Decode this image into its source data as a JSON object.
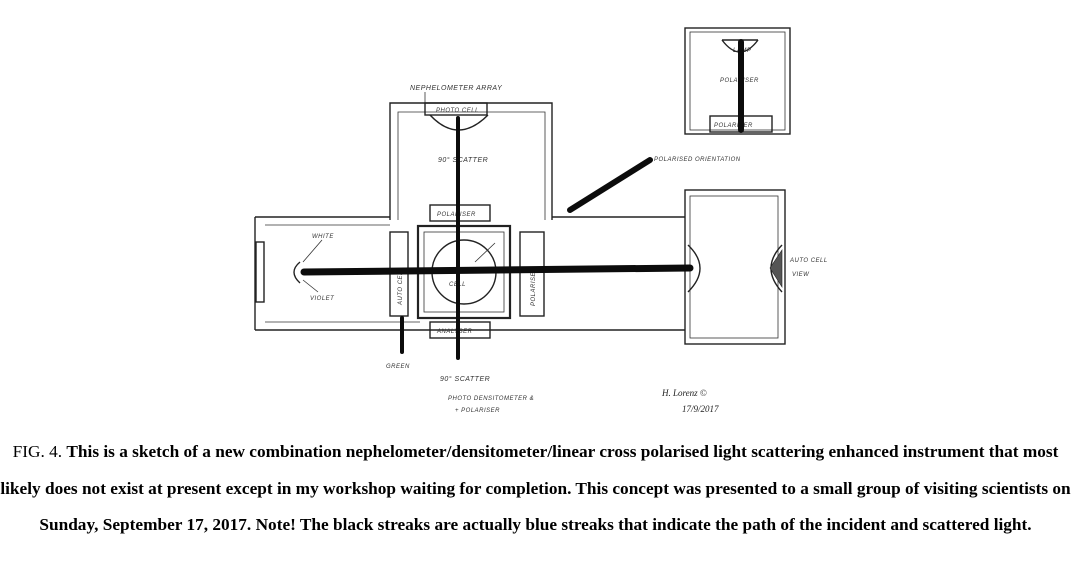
{
  "sketch": {
    "labels": {
      "nephelometer_array": "NEPHELOMETER ARRAY",
      "photo_cell_top": "PHOTO CELL",
      "scatter_90_top": "90° SCATTER",
      "polariser_top": "POLARISER",
      "white": "WHITE",
      "violet": "VIOLET",
      "analyser_cell": "CELL",
      "polariser_right": "POLARISER",
      "analyser_bottom": "ANALYSER",
      "green": "GREEN",
      "scatter_90_bottom": "90° SCATTER",
      "bottom_note_1": "PHOTO DENSITOMETER &",
      "bottom_note_2": "+ POLARISER",
      "auto_cell": "AUTO CELL",
      "auto_view": "VIEW",
      "inset_top": "LAMP",
      "inset_mid": "POLARISER",
      "inset_bottom": "POLARISER",
      "linear_pol_label": "POLARISED ORIENTATION",
      "signature": "H. Lorenz ©",
      "date": "17/9/2017"
    }
  },
  "caption": {
    "label": "FIG. 4.",
    "text": "This is a sketch of a new combination nephelometer/densitometer/linear cross polarised light scattering enhanced instrument that most likely does not exist at present except in my workshop waiting for completion. This concept was presented to a small group of visiting scientists on Sunday, September 17, 2017. Note! The black streaks are actually blue streaks that indicate the path of the incident and scattered light."
  }
}
